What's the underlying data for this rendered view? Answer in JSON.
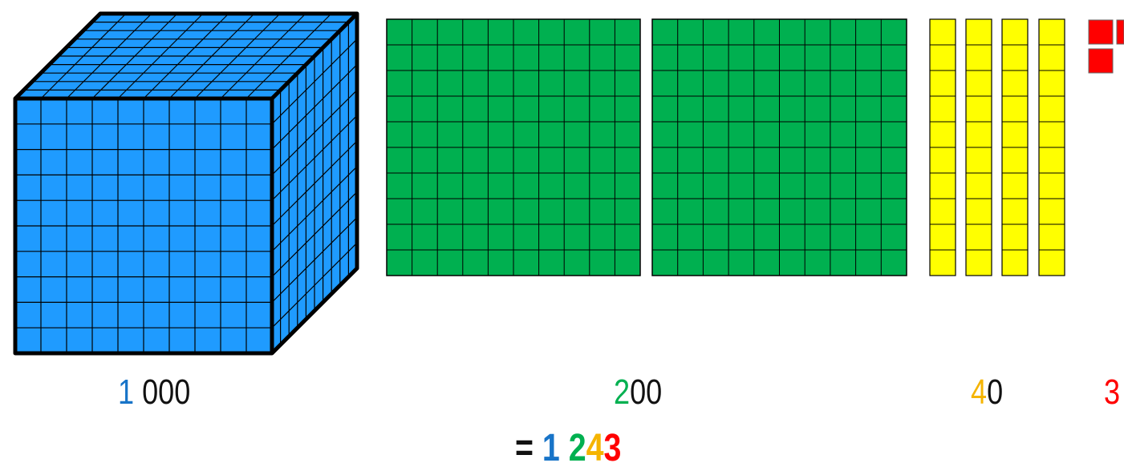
{
  "colors": {
    "thousand": "#1F9BFF",
    "thousand_text": "#1874C8",
    "hundred": "#00B050",
    "ten": "#FFFF00",
    "ten_text": "#F5B400",
    "one": "#FF0000"
  },
  "blocks": {
    "thousands_cubes": 1,
    "hundreds_flats": 2,
    "tens_rods": 4,
    "ones_units": 3
  },
  "labels": {
    "thousands": {
      "digit": "1",
      "rest": " 000"
    },
    "hundreds": {
      "digit": "2",
      "rest": "00"
    },
    "tens": {
      "digit": "4",
      "rest": "0"
    },
    "ones": {
      "digit": "3",
      "rest": ""
    }
  },
  "total": {
    "equals": "= ",
    "thousands_digit": "1",
    "space": " ",
    "hundreds_digit": "2",
    "tens_digit": "4",
    "ones_digit": "3"
  }
}
